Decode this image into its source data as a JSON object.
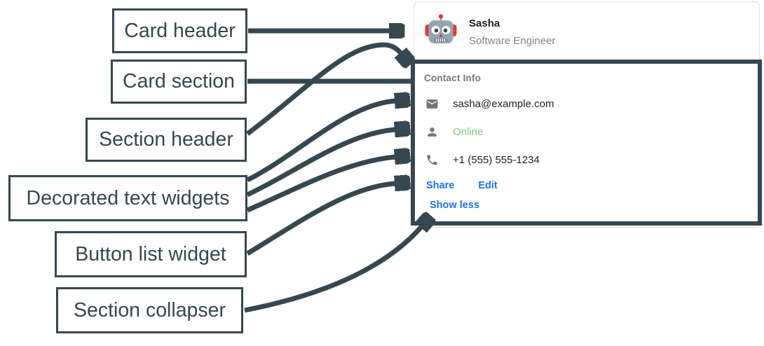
{
  "annotations": {
    "labels": [
      {
        "text": "Card header"
      },
      {
        "text": "Card section"
      },
      {
        "text": "Section header"
      },
      {
        "text": "Decorated text widgets"
      },
      {
        "text": "Button list widget"
      },
      {
        "text": "Section collapser"
      }
    ]
  },
  "card": {
    "header": {
      "avatar_icon": "robot-avatar-icon",
      "name": "Sasha",
      "subtitle": "Software Engineer"
    },
    "section": {
      "header": "Contact Info",
      "rows": [
        {
          "icon": "email-icon",
          "text": "sasha@example.com"
        },
        {
          "icon": "person-icon",
          "text": "Online"
        },
        {
          "icon": "phone-icon",
          "text": "+1 (555) 555-1234"
        }
      ],
      "buttons": [
        {
          "label": "Share"
        },
        {
          "label": "Edit"
        }
      ],
      "collapser": {
        "label": "Show less"
      }
    }
  },
  "colors": {
    "slate": "#37474F",
    "blue": "#1A73E8",
    "green": "#81C784",
    "dark": "#202124",
    "gray": "#757575",
    "subtitle": "#80868B",
    "card-border": "#E0E0E0"
  }
}
